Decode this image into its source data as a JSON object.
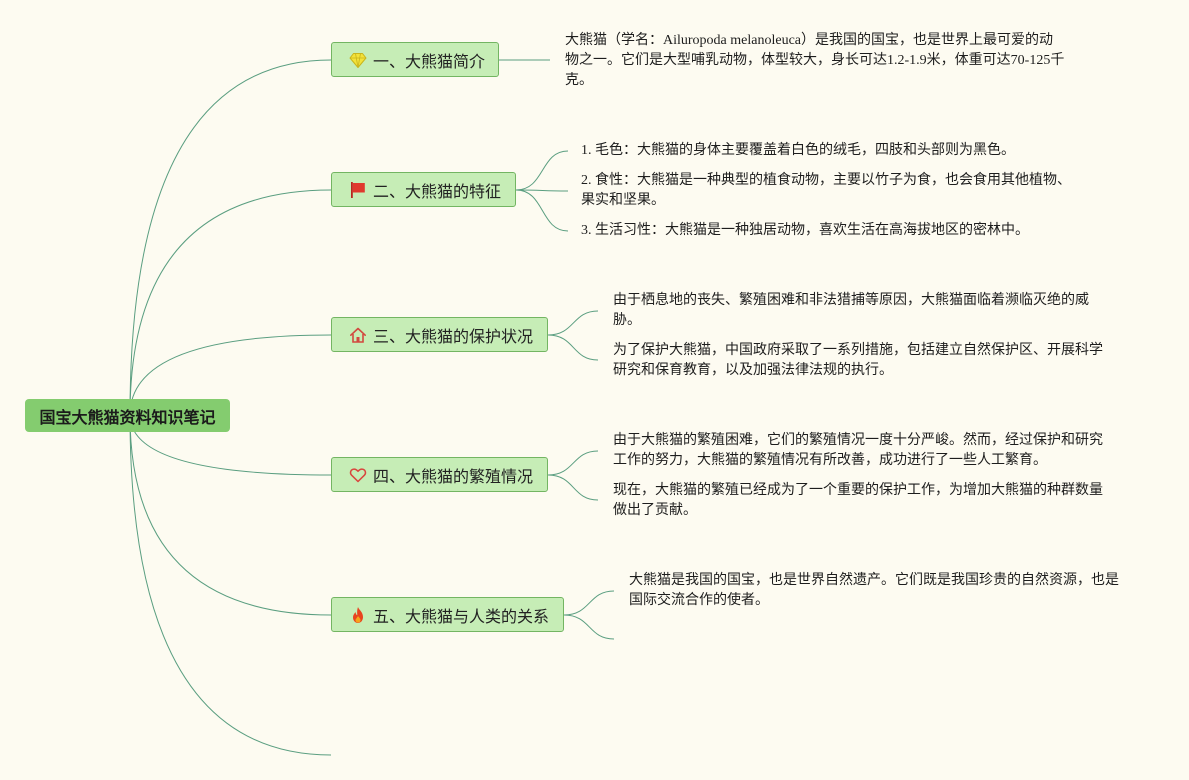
{
  "root": {
    "label": "国宝大熊猫资料知识笔记"
  },
  "topics": [
    {
      "label": "一、大熊猫简介",
      "icon": "diamond-icon",
      "notes": [
        {
          "lines": [
            "大熊猫（学名：Ailuropoda melanoleuca）是我国的国宝，也是世界上最可爱的动",
            "物之一。它们是大型哺乳动物，体型较大，身长可达1.2-1.9米，体重可达70-125千",
            "克。"
          ]
        }
      ]
    },
    {
      "label": "二、大熊猫的特征",
      "icon": "flag-icon",
      "notes": [
        {
          "lines": [
            "1. 毛色：大熊猫的身体主要覆盖着白色的绒毛，四肢和头部则为黑色。"
          ]
        },
        {
          "lines": [
            "2. 食性：大熊猫是一种典型的植食动物，主要以竹子为食，也会食用其他植物、",
            "果实和坚果。"
          ]
        },
        {
          "lines": [
            "3. 生活习性：大熊猫是一种独居动物，喜欢生活在高海拔地区的密林中。"
          ]
        }
      ]
    },
    {
      "label": "三、大熊猫的保护状况",
      "icon": "home-icon",
      "notes": [
        {
          "lines": [
            "由于栖息地的丧失、繁殖困难和非法猎捕等原因，大熊猫面临着濒临灭绝的威",
            "胁。"
          ]
        },
        {
          "lines": [
            "为了保护大熊猫，中国政府采取了一系列措施，包括建立自然保护区、开展科学",
            "研究和保育教育，以及加强法律法规的执行。"
          ]
        }
      ]
    },
    {
      "label": "四、大熊猫的繁殖情况",
      "icon": "heart-icon",
      "notes": [
        {
          "lines": [
            "由于大熊猫的繁殖困难，它们的繁殖情况一度十分严峻。然而，经过保护和研究",
            "工作的努力，大熊猫的繁殖情况有所改善，成功进行了一些人工繁育。"
          ]
        },
        {
          "lines": [
            "现在，大熊猫的繁殖已经成为了一个重要的保护工作，为增加大熊猫的种群数量",
            "做出了贡献。"
          ]
        }
      ]
    },
    {
      "label": "五、大熊猫与人类的关系",
      "icon": "fire-icon",
      "notes": [
        {
          "lines": [
            "大熊猫是我国的国宝，也是世界自然遗产。它们既是我国珍贵的自然资源，也是",
            "国际交流合作的使者。"
          ]
        }
      ]
    }
  ],
  "colors": {
    "background": "#fdfbf1",
    "root_fill": "#84cc6f",
    "topic_fill": "#c6edb6",
    "topic_border": "#73b562",
    "connector": "#5a9e80",
    "icon_red": "#e0392d",
    "icon_yellow": "#f3e23a"
  }
}
